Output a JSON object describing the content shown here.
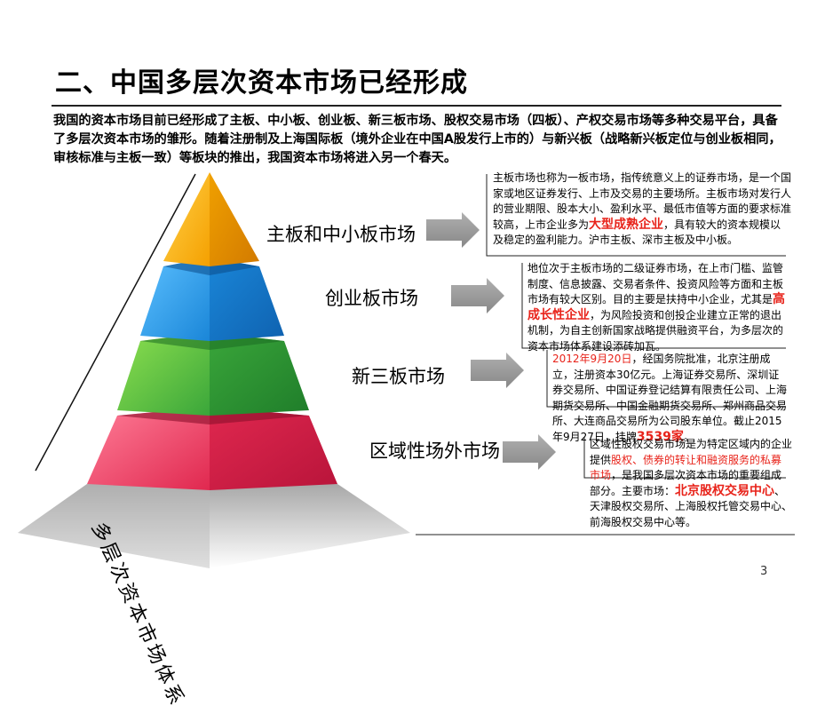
{
  "title": "二、中国多层次资本市场已经形成",
  "intro": "我国的资本市场目前已经形成了主板、中小板、创业板、新三板市场、股权交易市场（四板）、产权交易市场等多种交易平台，具备了多层次资本市场的雏形。随着注册制及上海国际板（境外企业在中国A股发行上市的）与新兴板（战略新兴板定位与创业板相同，审核标准与主板一致）等板块的推出，我国资本市场将进入另一个春天。",
  "axis_label": "多层次资本市场体系",
  "colors": {
    "tier1": "#f5a800",
    "tier2": "#1e90e0",
    "tier3": "#3ca83c",
    "tier4": "#e6335a",
    "accent_red": "#e8231a"
  },
  "tiers": [
    {
      "label": "主板和中小板市场",
      "desc": {
        "pre": "主板市场也称为一板市场，指传统意义上的证券市场，是一个国家或地区证券发行、上市及交易的主要场所。主板市场对发行人的营业期限、股本大小、盈利水平、最低市值等方面的要求标准较高，上市企业多为",
        "highlight": "大型成熟企业",
        "post": "，具有较大的资本规模以及稳定的盈利能力。沪市主板、深市主板及中小板。"
      }
    },
    {
      "label": "创业板市场",
      "desc": {
        "pre": "地位次于主板市场的二级证券市场，在上市门槛、监管制度、信息披露、交易者条件、投资风险等方面和主板市场有较大区别。目的主要是扶持中小企业，尤其是",
        "highlight": "高成长性企业",
        "post": "，为风险投资和创投企业建立正常的退出机制，为自主创新国家战略提供融资平台，为多层次的资本市场体系建设添砖加瓦。"
      }
    },
    {
      "label": "新三板市场",
      "desc": {
        "date": "2012年9月20日",
        "pre": "，经国务院批准，北京注册成立，注册资本30亿元。上海证券交易所、深圳证券交易所、中国证券登记结算有限责任公司、上海期货交易所、中国金融期货交易所、郑州商品交易所、大连商品交易所为公司股东单位。截止2015年9月27日，挂牌",
        "highlight": "3539家",
        "post": "。"
      }
    },
    {
      "label": "区域性场外市场",
      "desc": {
        "pre": "区域性股权交易市场是为特定区域内的企业提供",
        "highlight": "股权、债券的转让和融资服务的私募市场",
        "mid": "，是我国多层次资本市场的重要组成部分。主要市场：",
        "highlight2": "北京股权交易中心",
        "post": "、天津股权交易所、上海股权托管交易中心、前海股权交易中心等。"
      }
    }
  ],
  "page_number": "3"
}
